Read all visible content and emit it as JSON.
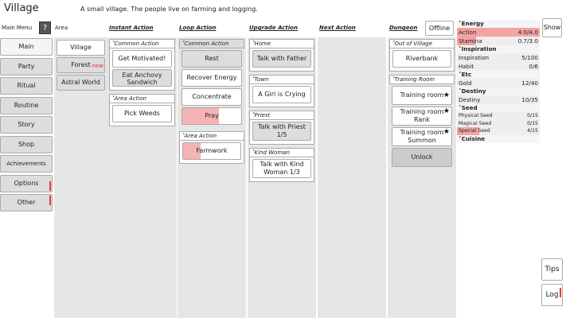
{
  "title": "Village",
  "subtitle": "A small village. The people live on farming and logging.",
  "headers": {
    "main_menu": "Main Menu",
    "help": "?",
    "area": "Area",
    "instant": "Instant Action",
    "loop": "Loop Action",
    "upgrade": "Upgrade Action",
    "next": "Next Action",
    "dungeon": "Dungeon"
  },
  "offline": "Offline",
  "main_menu": [
    "Main",
    "Party",
    "Ritual",
    "Routine",
    "Story",
    "Shop",
    "Achievements",
    "Options",
    "Other"
  ],
  "areas": {
    "village": "Village",
    "forest": "Forest",
    "forest_badge": "new",
    "astral": "Astral World"
  },
  "instant": {
    "common_title": "Common Action",
    "get_motivated": "Get Motivated!",
    "eat_anchovy": "Eat Anchovy Sandwich",
    "area_title": "Area Action",
    "pick_weeds": "Pick Weeds"
  },
  "loop": {
    "common_title": "Common Action",
    "rest": "Rest",
    "recover_energy": "Recover Energy",
    "concentrate": "Concentrate",
    "pray": "Pray",
    "pray_progress": 0.62,
    "area_title": "Area Action",
    "farmwork": "Farmwork",
    "farmwork_progress": 0.3
  },
  "upgrade": {
    "home_title": "Home",
    "talk_father": "Talk with Father",
    "town_title": "Town",
    "girl_crying": "A Girl is Crying",
    "priest_title": "Priest",
    "talk_priest": "Talk with Priest 1/5",
    "kind_woman_title": "Kind Woman",
    "talk_kind_woman": "Talk with Kind Woman 1/3"
  },
  "dungeon": {
    "out_title": "Out of Village",
    "riverbank": "Riverbank",
    "training_title": "Training Room",
    "training_room": "Training room",
    "training_rank": "Training room Rank",
    "training_summon": "Training room Summon",
    "unlock": "Unlock"
  },
  "stats": {
    "energy_title": "Energy",
    "action_label": "Action",
    "action_value": "4.0/4.0",
    "action_progress": 1.0,
    "stamina_label": "Stamina",
    "stamina_value": "0.7/3.0",
    "stamina_progress": 0.23,
    "inspiration_title": "Inspiration",
    "inspiration_label": "Inspiration",
    "inspiration_value": "5/100",
    "habit_label": "Habit",
    "habit_value": "0/6",
    "etc_title": "Etc",
    "gold_label": "Gold",
    "gold_value": "12/40",
    "destiny_title": "Destiny",
    "destiny_label": "Destiny",
    "destiny_value": "10/35",
    "seed_title": "Seed",
    "physical_label": "Physical Seed",
    "physical_value": "0/15",
    "magical_label": "Magical Seed",
    "magical_value": "0/15",
    "special_label": "Special Seed",
    "special_value": "4/15",
    "special_progress": 0.27,
    "cuisine_title": "Cuisine"
  },
  "right": {
    "show": "Show",
    "tips": "Tips",
    "log": "Log"
  },
  "colors": {
    "progress": "#f6b3b3",
    "alert": "#ee3333",
    "panel_grey": "#e6e6e6"
  }
}
